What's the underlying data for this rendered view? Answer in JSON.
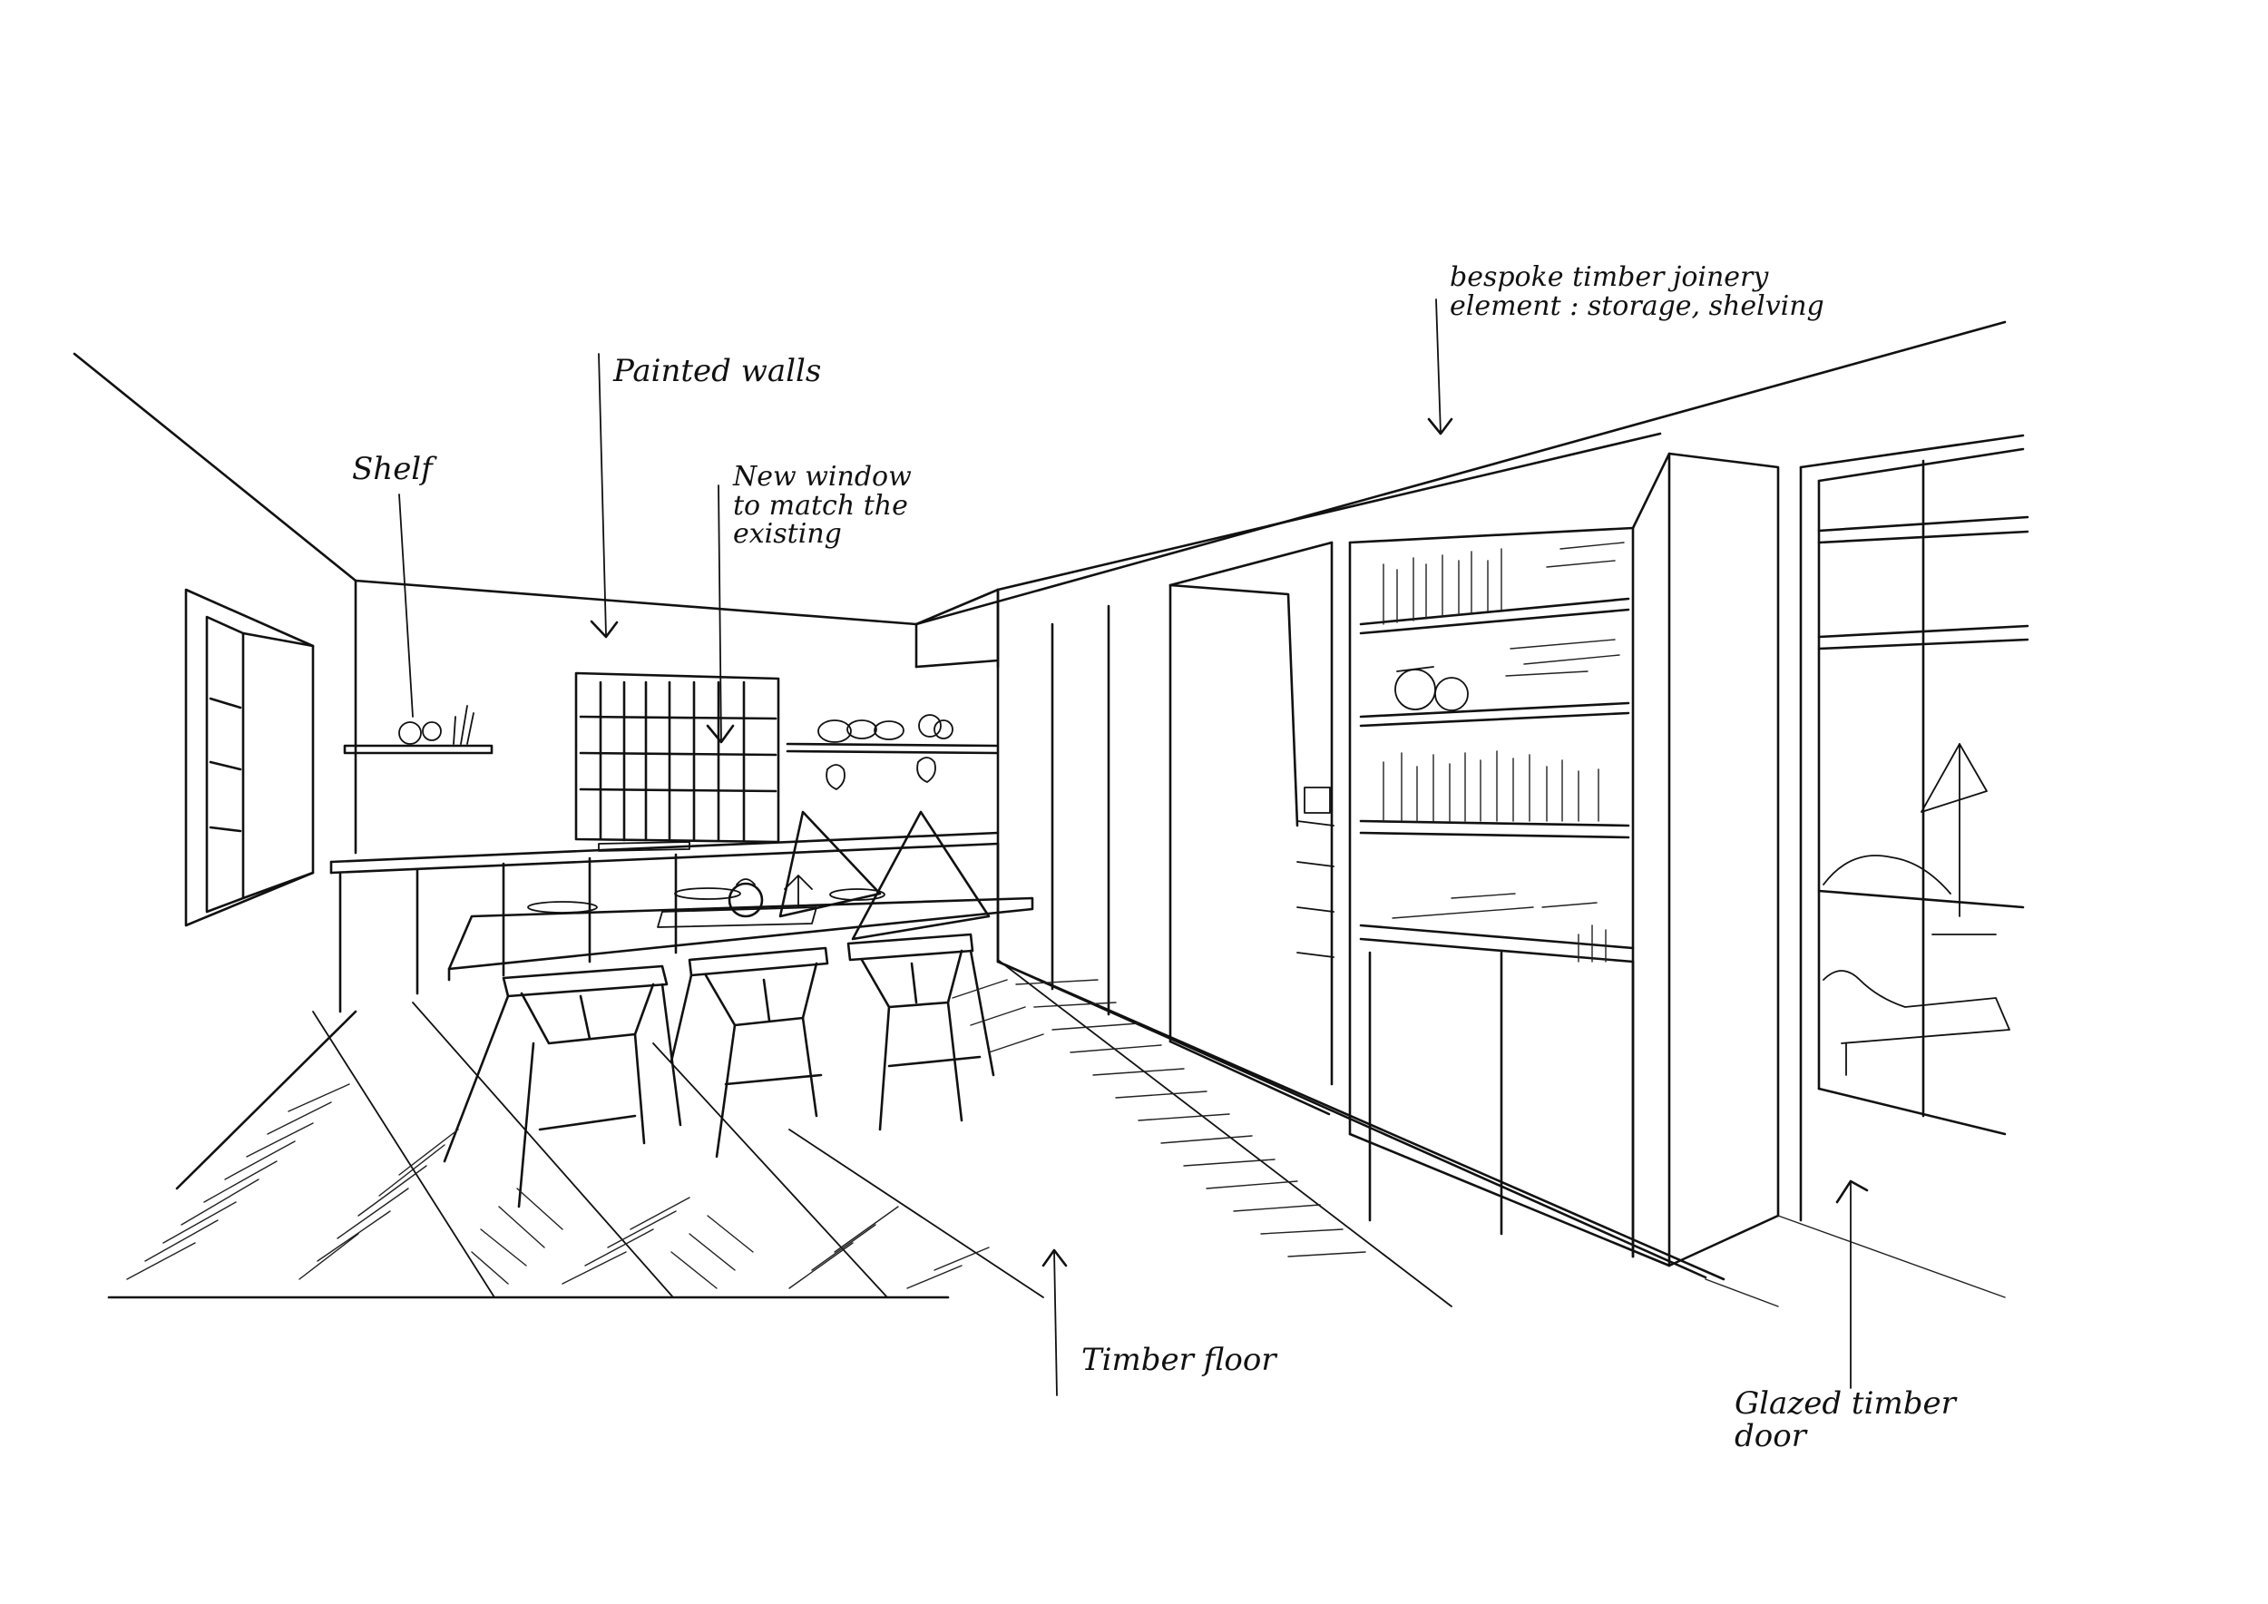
{
  "annotations": {
    "painted_walls": "Painted walls",
    "shelf": "Shelf",
    "new_window": "New window\nto match the\nexisting",
    "bespoke_joinery": "bespoke timber joinery\nelement : storage, shelving",
    "timber_floor": "Timber floor",
    "glazed_door": "Glazed timber\ndoor"
  }
}
